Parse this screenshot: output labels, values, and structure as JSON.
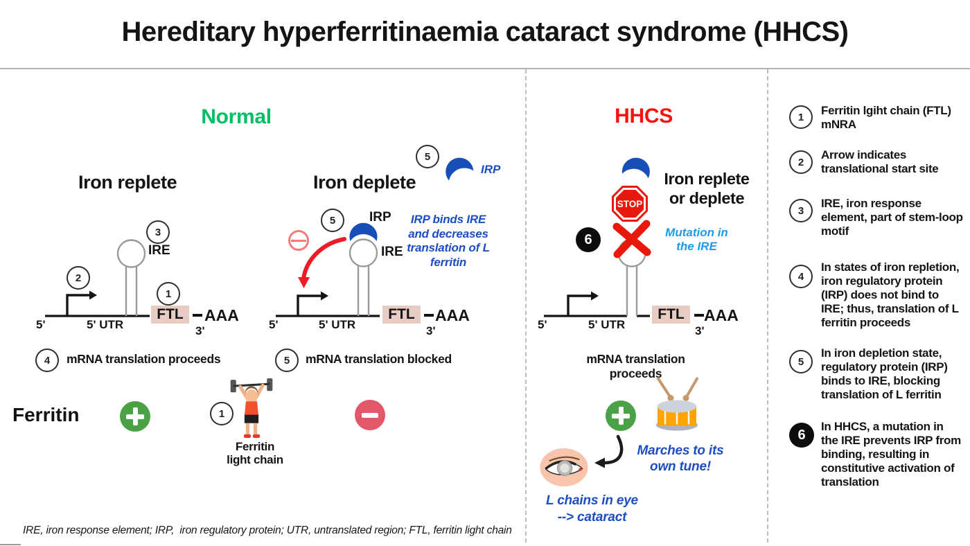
{
  "title": "Hereditary hyperferritinaemia cataract syndrome (HHCS)",
  "colors": {
    "normal_green": "#00bf63",
    "hhcs_red": "#fa100c",
    "royal_blue": "#1c4ec2",
    "sky_blue": "#1e9be8",
    "irp_crescent_blue": "#164fb8",
    "plus_green": "#4ba146",
    "minus_rose": "#e4566a",
    "stop_red": "#e8190c",
    "x_red": "#e8190c",
    "ftl_box_pink": "#e8cbc3",
    "prohibition_pink": "#f47b7b"
  },
  "badges": {
    "n1": "1",
    "n2": "2",
    "n3": "3",
    "n4": "4",
    "n5": "5",
    "n6": "6"
  },
  "mrna": {
    "five_prime": "5'",
    "five_utr": "5' UTR",
    "ftl": "FTL",
    "aaa": "AAA",
    "three_prime": "3'",
    "ire": "IRE",
    "irp": "IRP"
  },
  "normal": {
    "heading": "Normal",
    "replete_heading": "Iron replete",
    "deplete_heading": "Iron deplete",
    "replete_caption": "mRNA translation proceeds",
    "deplete_caption": "mRNA translation blocked",
    "ferritin_label": "Ferritin",
    "light_chain_line1": "Ferritin",
    "light_chain_line2": "light chain",
    "irp_top_label": "IRP",
    "deplete_note": "IRP binds IRE and decreases translation of L ferritin"
  },
  "hhcs": {
    "heading": "HHCS",
    "stop_label": "STOP",
    "condition_line1": "Iron replete",
    "condition_line2": "or deplete",
    "mutation_note_line1": "Mutation in",
    "mutation_note_line2": "the IRE",
    "caption": "mRNA translation proceeds",
    "marches_line1": "Marches to its",
    "marches_line2": "own tune!",
    "eye_note_line1": "L chains in eye",
    "eye_note_line2": "--> cataract"
  },
  "legend": {
    "items": [
      {
        "num": "1",
        "text": "Ferritin lgiht chain (FTL) mNRA"
      },
      {
        "num": "2",
        "text": "Arrow indicates translational start site"
      },
      {
        "num": "3",
        "text": "IRE, iron response element, part of stem-loop motif"
      },
      {
        "num": "4",
        "text": "In states of iron repletion, iron regulatory protein (IRP) does not bind to IRE; thus, translation of L ferritin proceeds"
      },
      {
        "num": "5",
        "text": "In iron depletion state, regulatory protein (IRP) binds to IRE, blocking translation of L ferritin"
      },
      {
        "num": "6",
        "text": "In HHCS, a mutation in the IRE prevents IRP from binding, resulting in constitutive activation of translation"
      }
    ]
  },
  "footnote": "IRE, iron response element; IRP,  iron regulatory protein; UTR, untranslated region; FTL, ferritin light chain"
}
